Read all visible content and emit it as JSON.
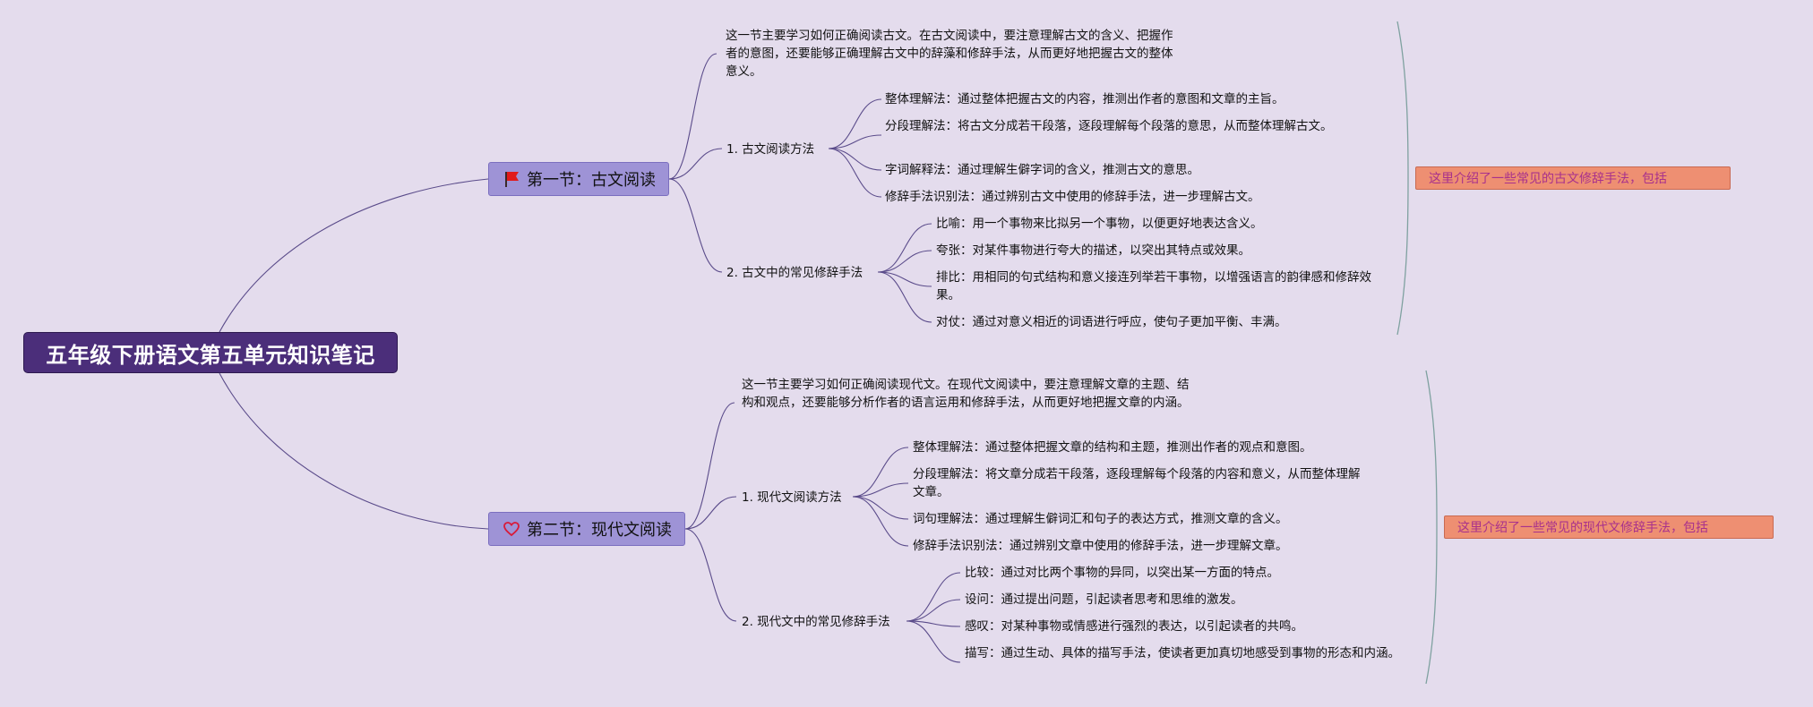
{
  "root": {
    "title": "五年级下册语文第五单元知识笔记"
  },
  "sections": [
    {
      "title": "第一节：古文阅读",
      "icon": "red-flag-icon",
      "intro": "这一节主要学习如何正确阅读古文。在古文阅读中，要注意理解古文的含义、把握作者的意图，还要能够正确理解古文中的辞藻和修辞手法，从而更好地把握古文的整体意义。",
      "groups": [
        {
          "title": "1. 古文阅读方法",
          "items": [
            "整体理解法：通过整体把握古文的内容，推测出作者的意图和文章的主旨。",
            "分段理解法：将古文分成若干段落，逐段理解每个段落的意思，从而整体理解古文。",
            "字词解释法：通过理解生僻字词的含义，推测古文的意思。",
            "修辞手法识别法：通过辨别古文中使用的修辞手法，进一步理解古文。"
          ]
        },
        {
          "title": "2. 古文中的常见修辞手法",
          "items": [
            "比喻：用一个事物来比拟另一个事物，以便更好地表达含义。",
            "夸张：对某件事物进行夸大的描述，以突出其特点或效果。",
            "排比：用相同的句式结构和意义接连列举若干事物，以增强语言的韵律感和修辞效果。",
            "对仗：通过对意义相近的词语进行呼应，使句子更加平衡、丰满。"
          ]
        }
      ],
      "callout": "这里介绍了一些常见的古文修辞手法，包括"
    },
    {
      "title": "第二节：现代文阅读",
      "icon": "heart-outline-icon",
      "intro": "这一节主要学习如何正确阅读现代文。在现代文阅读中，要注意理解文章的主题、结构和观点，还要能够分析作者的语言运用和修辞手法，从而更好地把握文章的内涵。",
      "groups": [
        {
          "title": "1. 现代文阅读方法",
          "items": [
            "整体理解法：通过整体把握文章的结构和主题，推测出作者的观点和意图。",
            "分段理解法：将文章分成若干段落，逐段理解每个段落的内容和意义，从而整体理解文章。",
            "词句理解法：通过理解生僻词汇和句子的表达方式，推测文章的含义。",
            "修辞手法识别法：通过辨别文章中使用的修辞手法，进一步理解文章。"
          ]
        },
        {
          "title": "2. 现代文中的常见修辞手法",
          "items": [
            "比较：通过对比两个事物的异同，以突出某一方面的特点。",
            "设问：通过提出问题，引起读者思考和思维的激发。",
            "感叹：对某种事物或情感进行强烈的表达，以引起读者的共鸣。",
            "描写：通过生动、具体的描写手法，使读者更加真切地感受到事物的形态和内涵。"
          ]
        }
      ],
      "callout": "这里介绍了一些常见的现代文修辞手法，包括"
    }
  ],
  "colors": {
    "background": "#e4dced",
    "root_fill": "#4b2e7a",
    "section_fill": "#9e93d6",
    "callout_fill": "#ee8f72",
    "callout_text": "#a8318c",
    "line": "#5a4b8a",
    "bracket": "#7fa1a0"
  }
}
